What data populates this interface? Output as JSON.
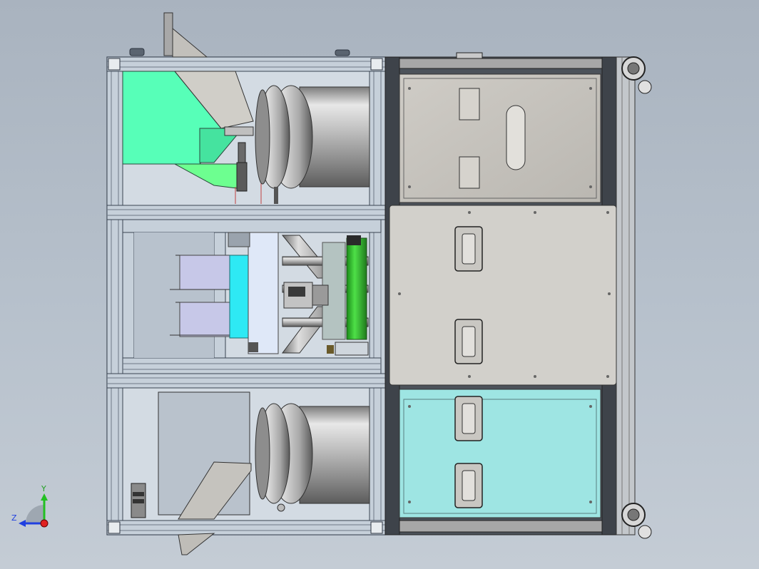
{
  "scene": {
    "type": "cad-3d-model-view",
    "background": "#b3bdc8",
    "colors": {
      "frame": "#c8d2dc",
      "frame_edge": "#3a4452",
      "panel_grey": "#c4c2bd",
      "panel_dark": "#4c525a",
      "green_hood": "#57ffb8",
      "cyan_cover": "#9ee5e3",
      "cyan_block": "#2ee9f4",
      "lavender": "#c7c8e8",
      "green_roller": "#3fd23a",
      "steel": "#b9b9b9"
    }
  },
  "triad": {
    "x_label": "",
    "y_label": "Y",
    "z_label": "Z",
    "y_color": "#22c022",
    "z_color": "#2040e0",
    "x_color": "#e02020"
  }
}
